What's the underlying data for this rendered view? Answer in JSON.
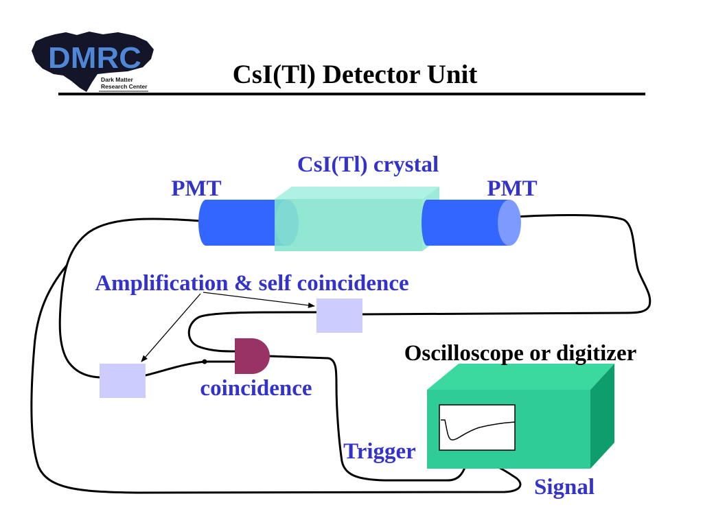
{
  "slide": {
    "title": "CsI(Tl) Detector Unit"
  },
  "logo": {
    "letters": "DMRC",
    "line1": "Dark Matter",
    "line2": "Research Center"
  },
  "diagram": {
    "crystal_label": "CsI(Tl) crystal",
    "pmt_left_label": "PMT",
    "pmt_right_label": "PMT",
    "amplifier_label": "Amplification & self coincidence",
    "coincidence_label": "coincidence",
    "readout_label": "Oscilloscope or digitizer",
    "trigger_label": "Trigger",
    "signal_label": "Signal"
  },
  "colors": {
    "label_blue": "#3333cc",
    "pmt_blue": "#3366ff",
    "pmt_face": "#7d9bff",
    "crystal_front": "#80e3cb",
    "crystal_top": "#a6efdf",
    "crystal_side": "#92e8d4",
    "amplifier": "#ccccff",
    "coincidence_gate": "#993366",
    "scope_front": "#2fcc98",
    "scope_top": "#3bd9a0",
    "scope_side": "#0e9e6e"
  }
}
